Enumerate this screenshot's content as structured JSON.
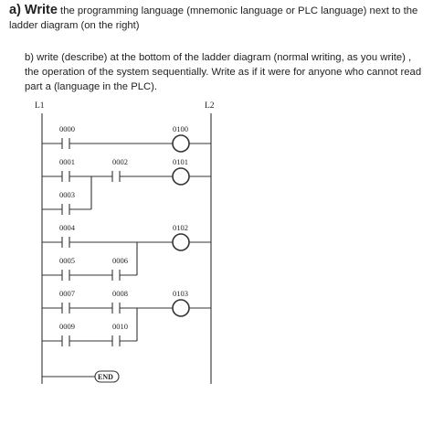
{
  "question_a": {
    "lead": "a) Write",
    "text": " the programming language (mnemonic language or PLC language) next to the ladder diagram (on the right)"
  },
  "question_b": {
    "text": "b) write (describe) at the bottom of the ladder diagram (normal writing, as you write) , the operation of the system sequentially. Write as if it were for anyone who cannot read part a (language in the PLC)."
  },
  "ladder": {
    "left_rail_label": "L1",
    "right_rail_label": "L2",
    "contacts": {
      "c0000": "0000",
      "c0001": "0001",
      "c0002": "0002",
      "c0003": "0003",
      "c0004": "0004",
      "c0005": "0005",
      "c0006": "0006",
      "c0007": "0007",
      "c0008": "0008",
      "c0009": "0009",
      "c0010": "0010"
    },
    "coils": {
      "o0100": "0100",
      "o0101": "0101",
      "o0102": "0102",
      "o0103": "0103"
    },
    "end_label": "END"
  }
}
